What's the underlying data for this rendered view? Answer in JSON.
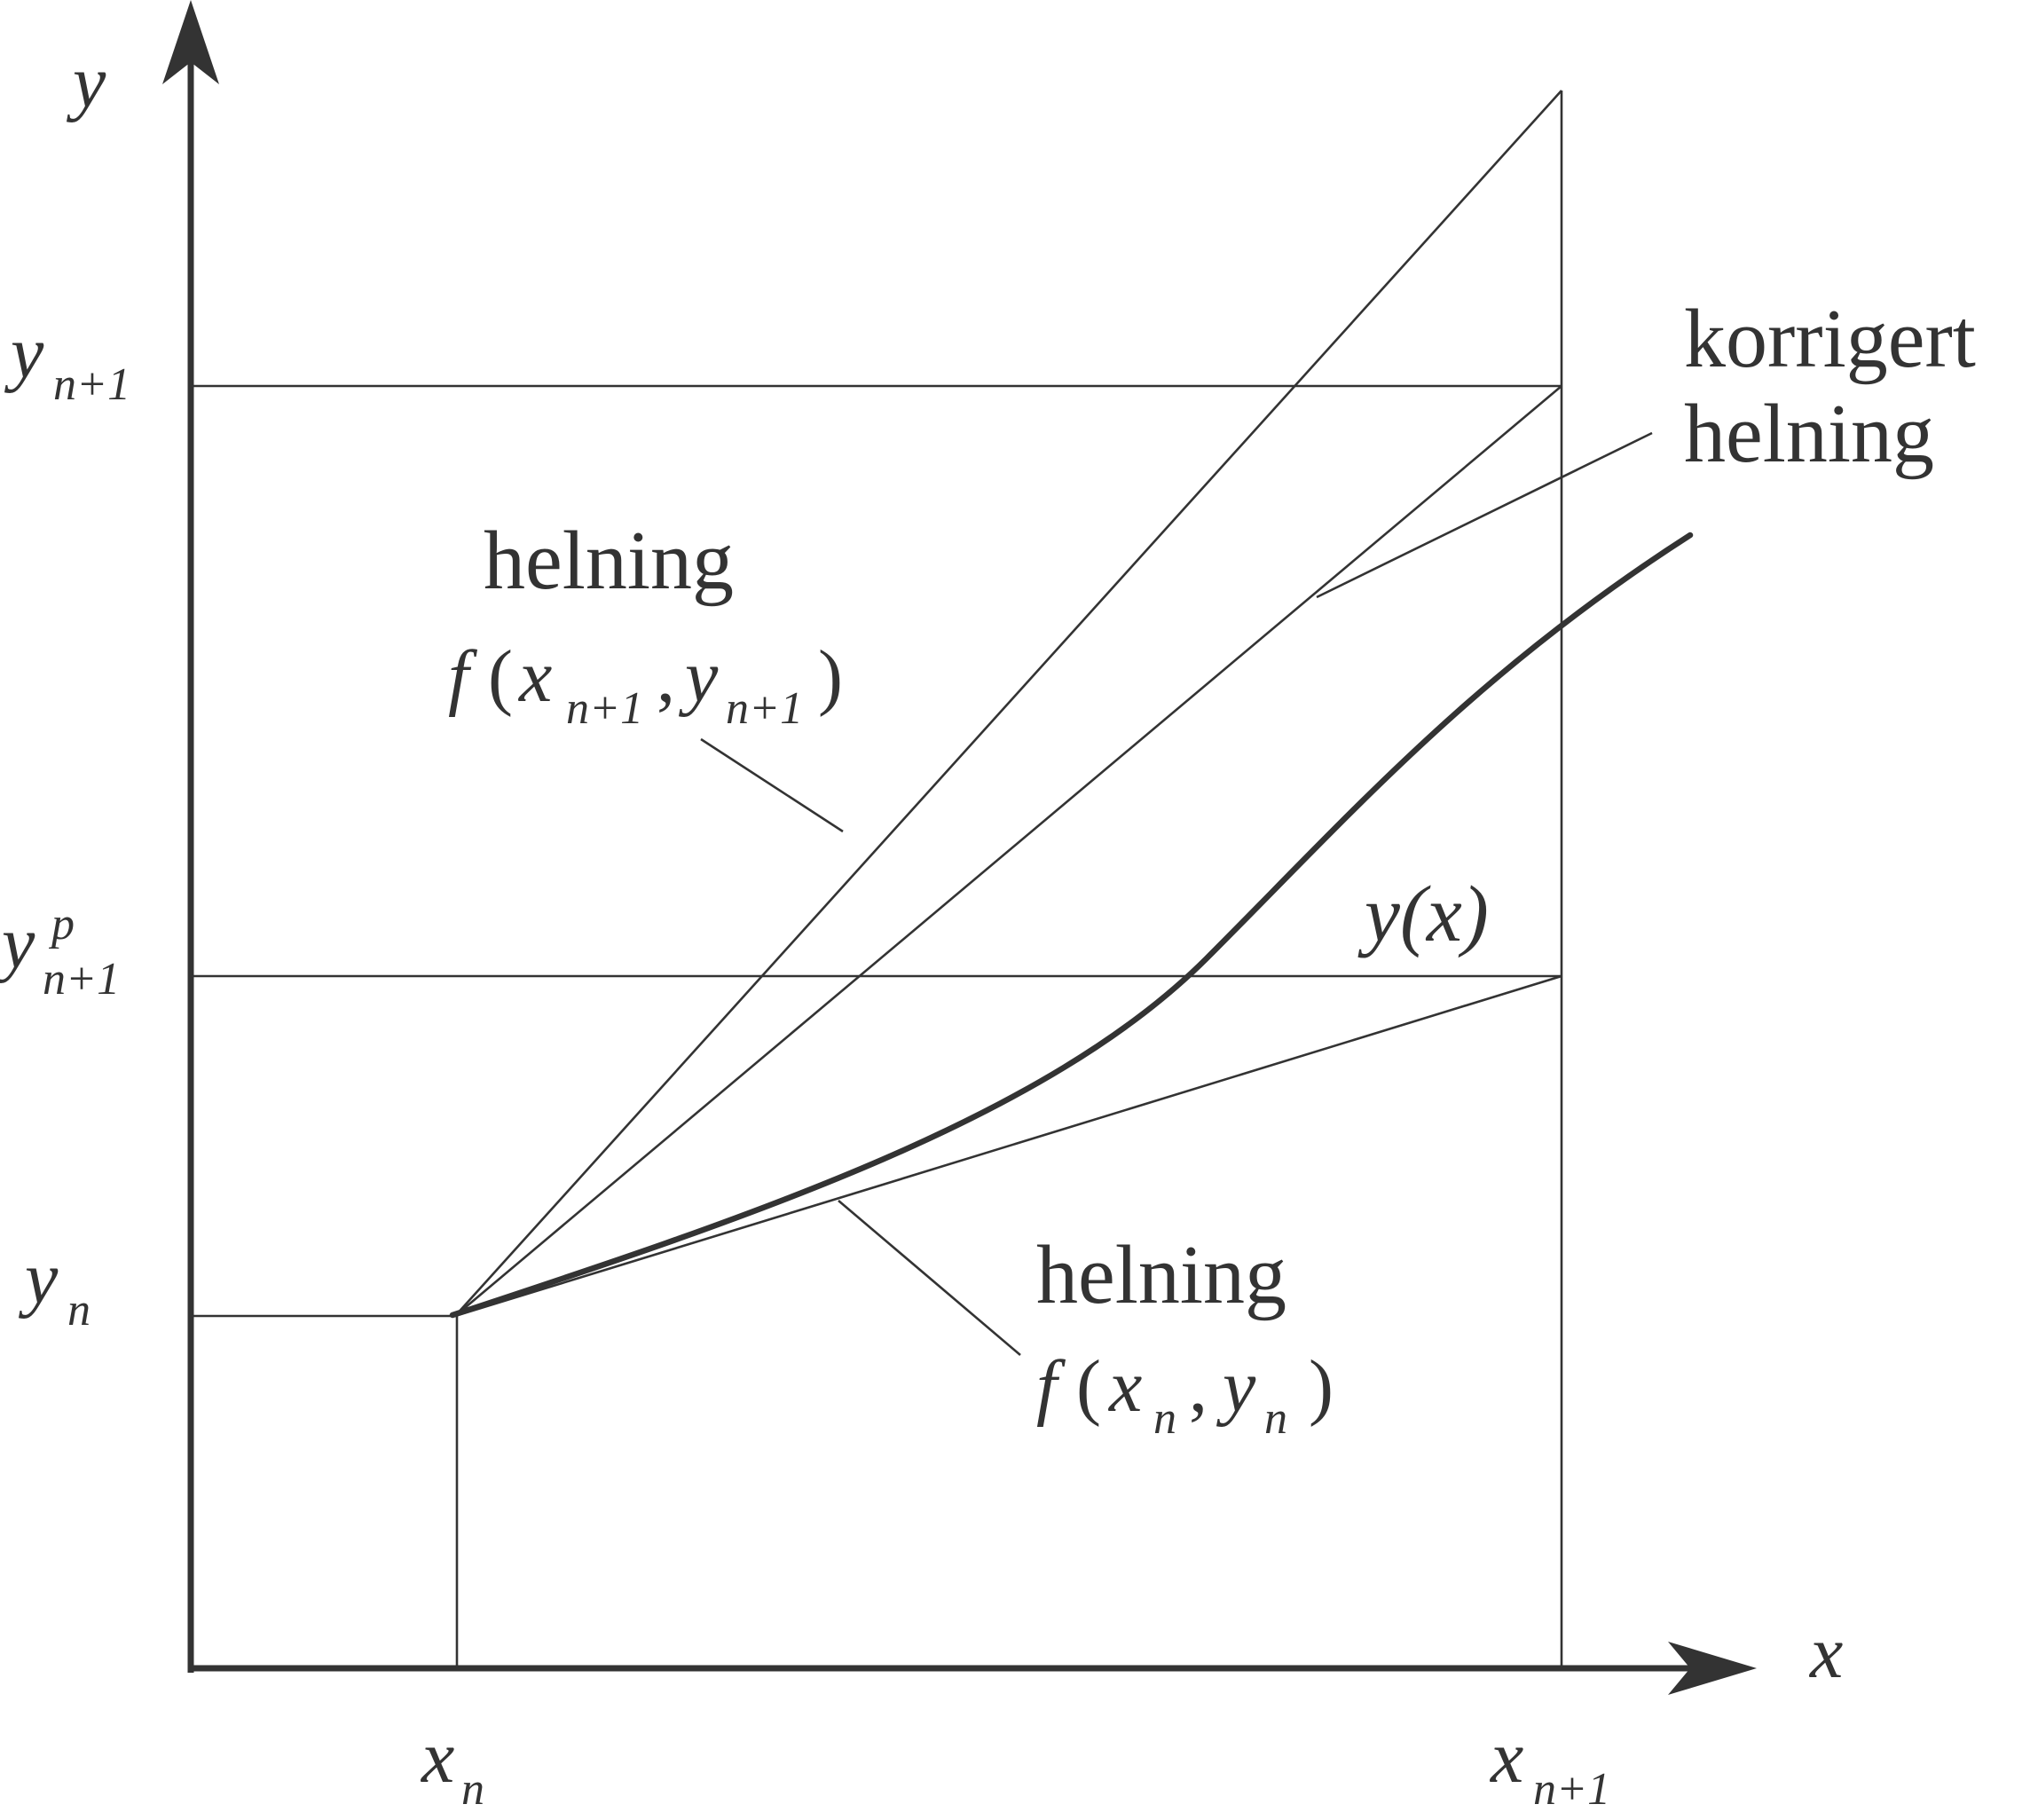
{
  "axes": {
    "x_label": "x",
    "y_label": "y"
  },
  "ticks": {
    "x_n": {
      "base": "x",
      "sub": "n"
    },
    "x_n1": {
      "base": "x",
      "sub": "n+1"
    },
    "y_n": {
      "base": "y",
      "sub": "n"
    },
    "y_n1": {
      "base": "y",
      "sub": "n+1"
    },
    "y_p": {
      "base": "y",
      "sup": "p",
      "sub": "n+1"
    }
  },
  "labels": {
    "corrected_slope": [
      "korrigert",
      "helning"
    ],
    "upper_slope": {
      "word": "helning",
      "formula": {
        "f": "f",
        "open": "(",
        "x": "x",
        "x_sub": "n+1",
        "comma": ",",
        "y": "y",
        "y_sub": "n+1",
        "close": ")"
      }
    },
    "lower_slope": {
      "word": "helning",
      "formula": {
        "f": "f",
        "open": "(",
        "x": "x",
        "x_sub": "n",
        "comma": ",",
        "y": "y",
        "y_sub": "n",
        "close": ")"
      }
    },
    "curve": "y(x)"
  },
  "colors": {
    "ink": "#333333",
    "background": "#ffffff"
  }
}
